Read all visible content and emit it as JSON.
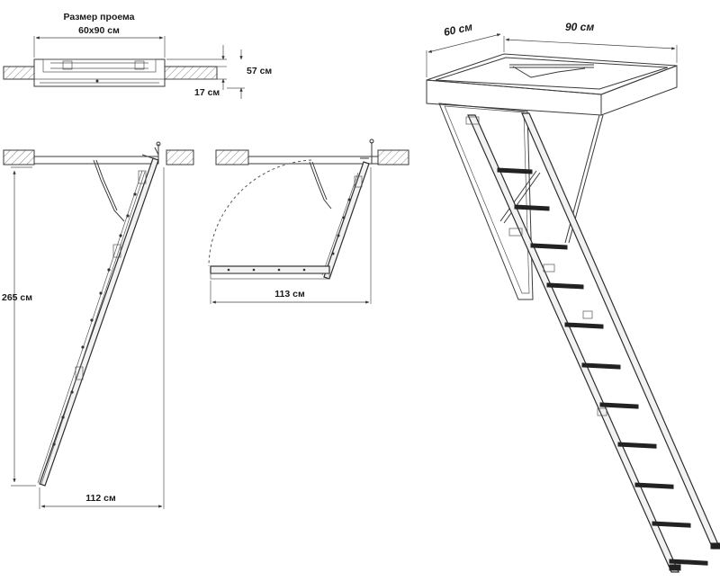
{
  "labels": {
    "opening_title": "Размер проема",
    "opening_size": "60x90 см",
    "hatch_height": "57 см",
    "ceiling_thickness": "17 см",
    "ladder_height": "265 см",
    "floor_projection": "112 см",
    "swing_length": "113 см",
    "box_width": "90 см",
    "box_depth": "60 см"
  },
  "colors": {
    "line": "#3a3a3a",
    "step": "#222222",
    "background": "#ffffff"
  }
}
